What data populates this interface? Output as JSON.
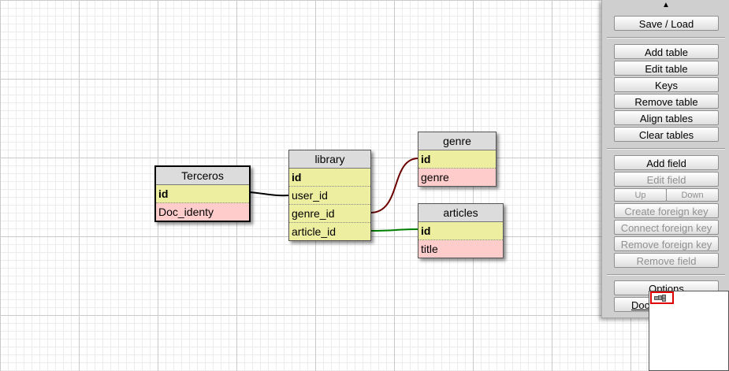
{
  "tables": {
    "terceros": {
      "title": "Terceros",
      "rows": [
        "id",
        "Doc_identy"
      ]
    },
    "library": {
      "title": "library",
      "rows": [
        "id",
        "user_id",
        "genre_id",
        "article_id"
      ]
    },
    "genre": {
      "title": "genre",
      "rows": [
        "id",
        "genre"
      ]
    },
    "articles": {
      "title": "articles",
      "rows": [
        "id",
        "title"
      ]
    }
  },
  "relation_colors": {
    "terceros_library": "#000000",
    "library_genre": "#6b0000",
    "library_articles": "#008000"
  },
  "sidebar": {
    "toggle": "▲",
    "save_load": "Save / Load",
    "add_table": "Add table",
    "edit_table": "Edit table",
    "keys": "Keys",
    "remove_table": "Remove table",
    "align_tables": "Align tables",
    "clear_tables": "Clear tables",
    "add_field": "Add field",
    "edit_field": "Edit field",
    "up": "Up",
    "down": "Down",
    "create_foreign_key": "Create foreign key",
    "connect_foreign_key": "Connect foreign key",
    "remove_foreign_key": "Remove foreign key",
    "remove_field": "Remove field",
    "options": "Options",
    "documentation": "Documentation"
  }
}
